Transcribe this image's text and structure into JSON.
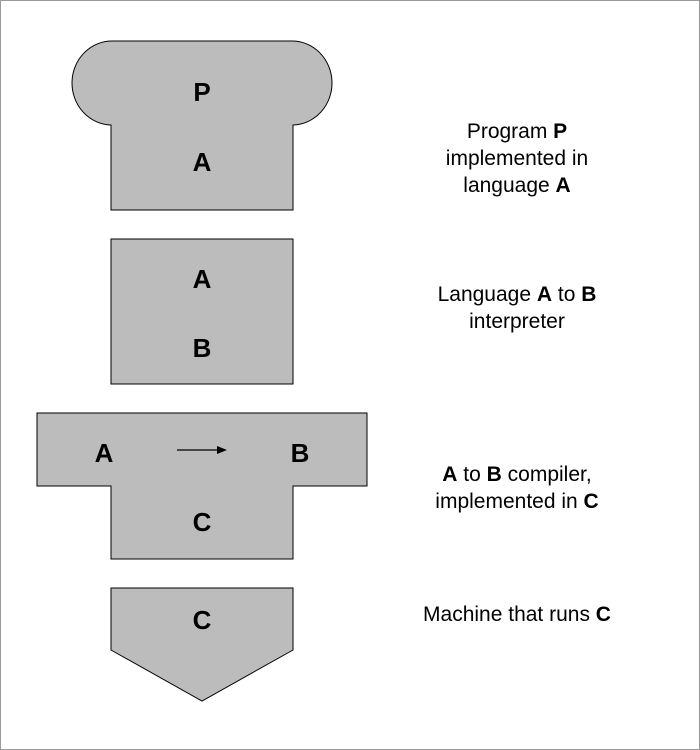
{
  "colors": {
    "shape_fill": "#bcbcbc",
    "stroke": "#000000",
    "border": "#9a9a9a"
  },
  "program": {
    "top_label": "P",
    "bottom_label": "A",
    "desc": {
      "t1": "Program ",
      "b1": "P",
      "t2": "implemented in",
      "t3": "language ",
      "b2": "A"
    }
  },
  "interpreter": {
    "top_label": "A",
    "bottom_label": "B",
    "desc": {
      "t1": "Language ",
      "b1": "A",
      "t2": " to ",
      "b2": "B",
      "t3": "interpreter"
    }
  },
  "compiler": {
    "source_label": "A",
    "target_label": "B",
    "impl_label": "C",
    "arrow_icon": "right-arrow-icon",
    "desc": {
      "b1": "A",
      "t1": " to ",
      "b2": "B",
      "t2": " compiler,",
      "t3": "implemented in ",
      "b3": "C"
    }
  },
  "machine": {
    "label": "C",
    "desc": {
      "t1": "Machine that runs ",
      "b1": "C"
    }
  }
}
